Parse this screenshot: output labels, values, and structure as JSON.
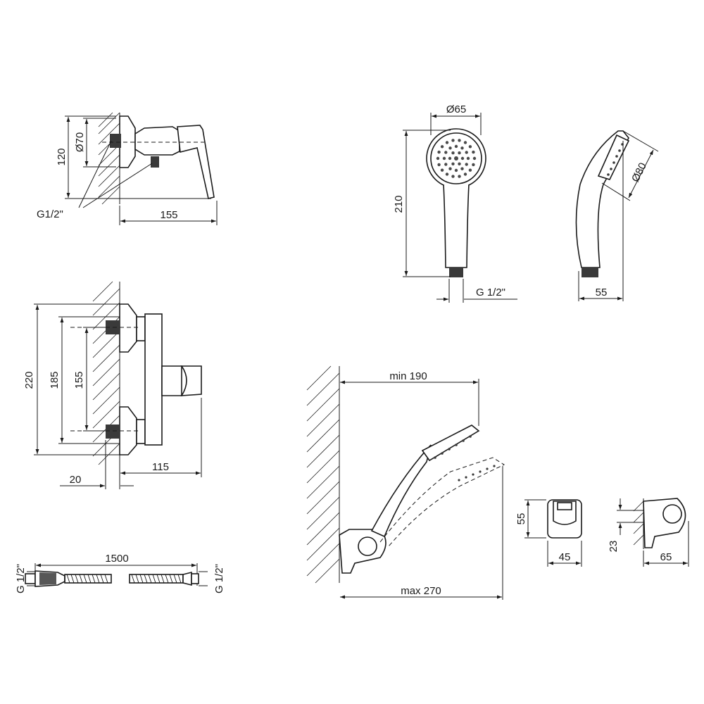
{
  "faucet_side_view": {
    "dia_label": "Ø70",
    "height_label": "120",
    "thread_label": "G1/2\"",
    "depth_label": "155"
  },
  "faucet_front_view": {
    "height_total": "220",
    "height_mid": "185",
    "centers": "155",
    "offset": "20",
    "depth": "115"
  },
  "hand_shower_front": {
    "head_dia": "Ø65",
    "length": "210",
    "thread": "G 1/2\""
  },
  "hand_shower_side": {
    "head_dia": "Ø80",
    "depth": "55"
  },
  "hose": {
    "length": "1500",
    "thread_left": "G 1/2\"",
    "thread_right": "G 1/2\""
  },
  "holder_installation": {
    "min_reach": "min 190",
    "max_reach": "max 270"
  },
  "holder_front": {
    "height": "55",
    "width": "45"
  },
  "holder_side": {
    "hole_offset": "23",
    "depth": "65"
  }
}
